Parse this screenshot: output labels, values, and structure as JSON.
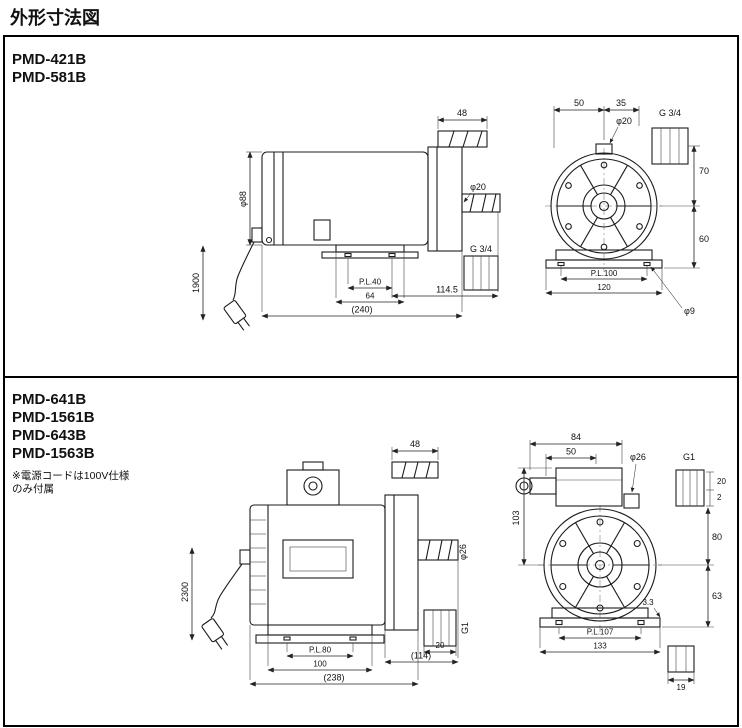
{
  "page": {
    "title": "外形寸法図"
  },
  "section1": {
    "models": [
      "PMD-421B",
      "PMD-581B"
    ],
    "side": {
      "dim_top": "48",
      "dia_body": "φ88",
      "cord_len": "1900",
      "dia_outlet": "φ20",
      "thread": "G 3/4",
      "pl": "P.L.40",
      "dim_64": "64",
      "dim_total": "(240)",
      "dim_114_5": "114.5"
    },
    "front": {
      "dim_50": "50",
      "dim_35": "35",
      "dia_outlet": "φ20",
      "thread": "G 3/4",
      "dim_70": "70",
      "dim_60": "60",
      "pl": "P.L.100",
      "dim_120": "120",
      "hole_dia": "φ9"
    }
  },
  "section2": {
    "models": [
      "PMD-641B",
      "PMD-1561B",
      "PMD-643B",
      "PMD-1563B"
    ],
    "note": [
      "※電源コードは100V仕様",
      "のみ付属"
    ],
    "side": {
      "dim_top": "48",
      "cord_len": "2300",
      "dia_outlet": "φ26",
      "thread": "G1",
      "dim_20": "20",
      "pl": "P.L.80",
      "dim_100": "100",
      "dim_total": "(238)",
      "dim_114": "(114)"
    },
    "front": {
      "dim_84": "84",
      "dim_50": "50",
      "dia_outlet": "φ26",
      "thread": "G1",
      "dim_103": "103",
      "dim_20": "20",
      "dim_2": "2",
      "dim_80": "80",
      "dim_63": "63",
      "dim_3_3": "3.3",
      "pl": "P.L.107",
      "dim_133": "133",
      "dim_19": "19"
    }
  }
}
